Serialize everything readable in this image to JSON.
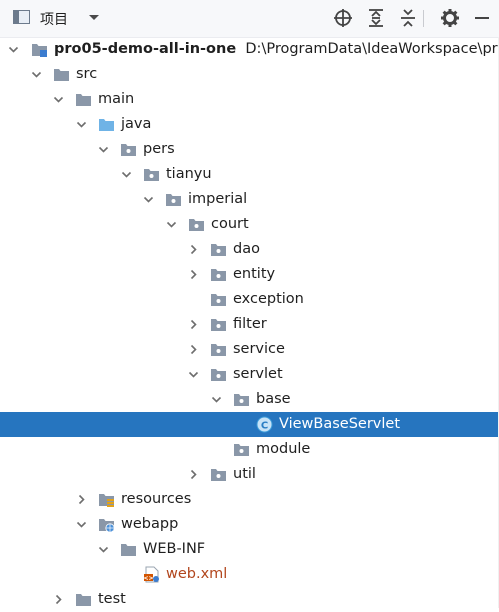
{
  "toolbar": {
    "title": "项目",
    "view_icon": "project-view-icon",
    "actions": [
      "select-opened-file-icon",
      "expand-all-icon",
      "collapse-all-icon",
      "settings-gear-icon",
      "hide-minus-icon"
    ]
  },
  "tree": {
    "project_name": "pro05-demo-all-in-one",
    "project_path": "D:\\ProgramData\\IdeaWorkspace\\pro",
    "rows": [
      {
        "label": "src",
        "expanded": true
      },
      {
        "label": "main",
        "expanded": true
      },
      {
        "label": "java",
        "expanded": true
      },
      {
        "label": "pers",
        "expanded": true
      },
      {
        "label": "tianyu",
        "expanded": true
      },
      {
        "label": "imperial",
        "expanded": true
      },
      {
        "label": "court",
        "expanded": true
      },
      {
        "label": "dao",
        "expanded": false
      },
      {
        "label": "entity",
        "expanded": false
      },
      {
        "label": "exception"
      },
      {
        "label": "filter",
        "expanded": false
      },
      {
        "label": "service",
        "expanded": false
      },
      {
        "label": "servlet",
        "expanded": true
      },
      {
        "label": "base",
        "expanded": true
      },
      {
        "label": "ViewBaseServlet",
        "selected": true
      },
      {
        "label": "module"
      },
      {
        "label": "util",
        "expanded": false
      },
      {
        "label": "resources",
        "expanded": false
      },
      {
        "label": "webapp",
        "expanded": true
      },
      {
        "label": "WEB-INF",
        "expanded": true
      },
      {
        "label": "web.xml"
      },
      {
        "label": "test",
        "expanded": false
      }
    ]
  },
  "colors": {
    "selection": "#2675bf",
    "folder": "#8a97a8",
    "source_folder": "#6fb3e6",
    "class_icon": "#3b9ad8",
    "xml_label": "#b2461d",
    "path_text": "#8c8c8c"
  }
}
